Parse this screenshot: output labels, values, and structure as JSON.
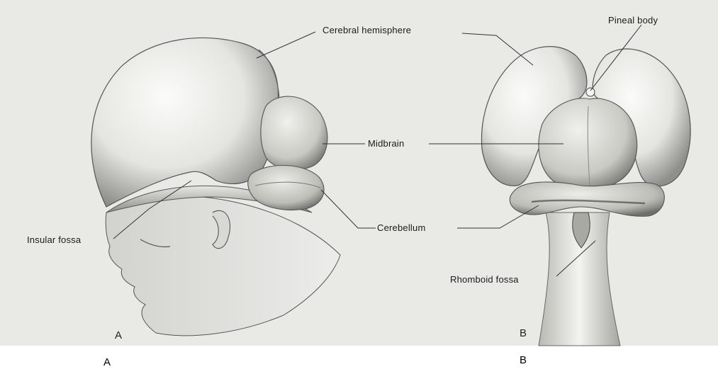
{
  "labels": {
    "cerebral_hemisphere": "Cerebral hemisphere",
    "pineal_body": "Pineal body",
    "midbrain": "Midbrain",
    "cerebellum": "Cerebellum",
    "insular_fossa": "Insular fossa",
    "rhomboid_fossa": "Rhomboid fossa"
  },
  "panels": {
    "a": "A",
    "b": "B"
  },
  "captions": {
    "a": "A",
    "b": "B"
  }
}
